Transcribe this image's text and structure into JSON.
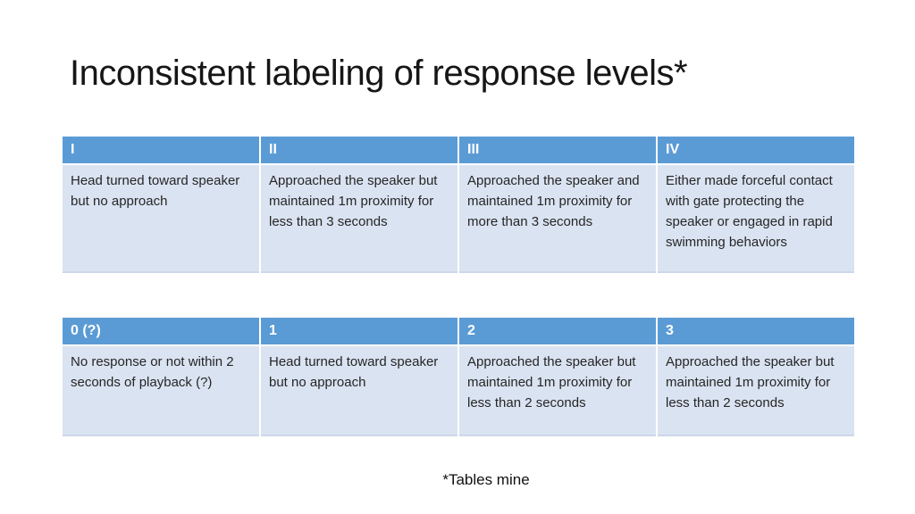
{
  "slide": {
    "title": "Inconsistent labeling of response levels*",
    "footnote": "*Tables mine"
  },
  "colors": {
    "header_bg": "#5b9bd5",
    "body_bg": "#dae3f1",
    "header_text": "#ffffff",
    "body_text": "#262626",
    "title_color": "#161616",
    "slide_bg": "#ffffff"
  },
  "tables": [
    {
      "name": "roman-numeral-response-levels",
      "headers": [
        "I",
        "II",
        "III",
        "IV"
      ],
      "cells": [
        "Head turned toward speaker but no approach",
        "Approached the speaker but maintained 1m proximity for less than 3 seconds",
        "Approached the speaker and maintained 1m proximity for more than 3 seconds",
        "Either made forceful contact with gate protecting the speaker or engaged in rapid swimming behaviors"
      ]
    },
    {
      "name": "numeric-response-levels",
      "headers": [
        "0 (?)",
        "1",
        "2",
        "3"
      ],
      "cells": [
        "No response or not within 2 seconds of playback (?)",
        "Head turned toward speaker but no approach",
        "Approached the speaker but maintained 1m proximity for less than 2 seconds",
        "Approached the speaker but maintained 1m proximity for less than 2 seconds"
      ]
    }
  ]
}
